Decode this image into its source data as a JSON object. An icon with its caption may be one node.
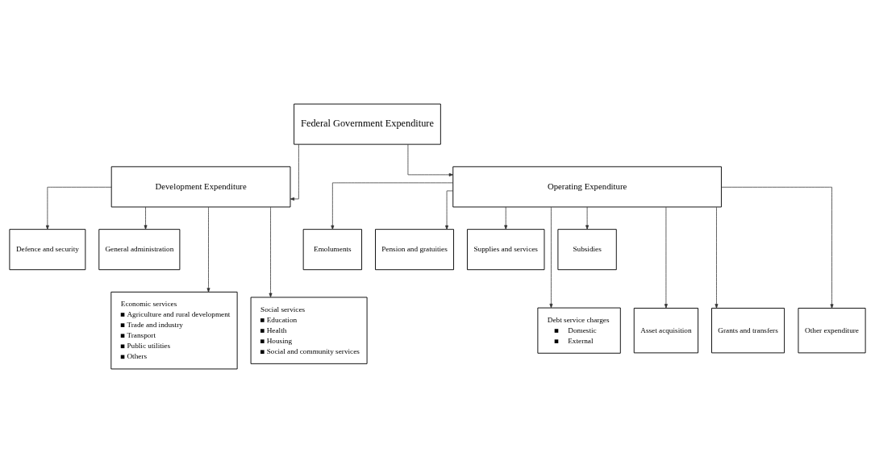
{
  "diagram": {
    "nodes": [
      {
        "text": [
          "Federal Government Expenditure"
        ]
      },
      {
        "text": [
          "Development Expenditure"
        ]
      },
      {
        "text": [
          "Operating Expenditure"
        ]
      },
      {
        "text": [
          "Defence and security"
        ]
      },
      {
        "text": [
          "General administration"
        ]
      },
      {
        "text": [
          "Economic services",
          "Agriculture and rural development",
          "Trade and industry",
          "Transport",
          "Public utilities",
          "Others"
        ]
      },
      {
        "text": [
          "Social services",
          "Education",
          "Health",
          "Housing",
          "Social and community services"
        ]
      },
      {
        "text": [
          "Emoluments"
        ]
      },
      {
        "text": [
          "Pension and gratuities"
        ]
      },
      {
        "text": [
          "Supplies and services"
        ]
      },
      {
        "text": [
          "Subsidies"
        ]
      },
      {
        "text": [
          "Debt service charges",
          "Domestic",
          "External"
        ]
      },
      {
        "text": [
          "Asset acquisition"
        ]
      },
      {
        "text": [
          "Grants and transfers"
        ]
      },
      {
        "text": [
          "Other expenditure"
        ]
      }
    ],
    "edges": [
      {
        "from": 0,
        "to": 1,
        "arrow": "to"
      },
      {
        "from": 0,
        "to": 2,
        "arrow": "to"
      },
      {
        "from": 1,
        "to": 3,
        "arrow": "to"
      },
      {
        "from": 1,
        "to": 5,
        "arrow": "to"
      },
      {
        "from": 1,
        "to": 4,
        "arrow": "to"
      },
      {
        "from": 1,
        "to": 6,
        "arrow": "to"
      },
      {
        "from": 2,
        "to": 11,
        "arrow": "to"
      },
      {
        "from": 2,
        "to": 7,
        "arrow": "to"
      },
      {
        "from": 2,
        "to": 12,
        "arrow": "to"
      },
      {
        "from": 2,
        "to": 8,
        "arrow": "to"
      },
      {
        "from": 2,
        "to": 13,
        "arrow": "to"
      },
      {
        "from": 2,
        "to": 9,
        "arrow": "to"
      },
      {
        "from": 2,
        "to": 14,
        "arrow": "to"
      },
      {
        "from": 2,
        "to": 10,
        "arrow": "to"
      }
    ]
  }
}
